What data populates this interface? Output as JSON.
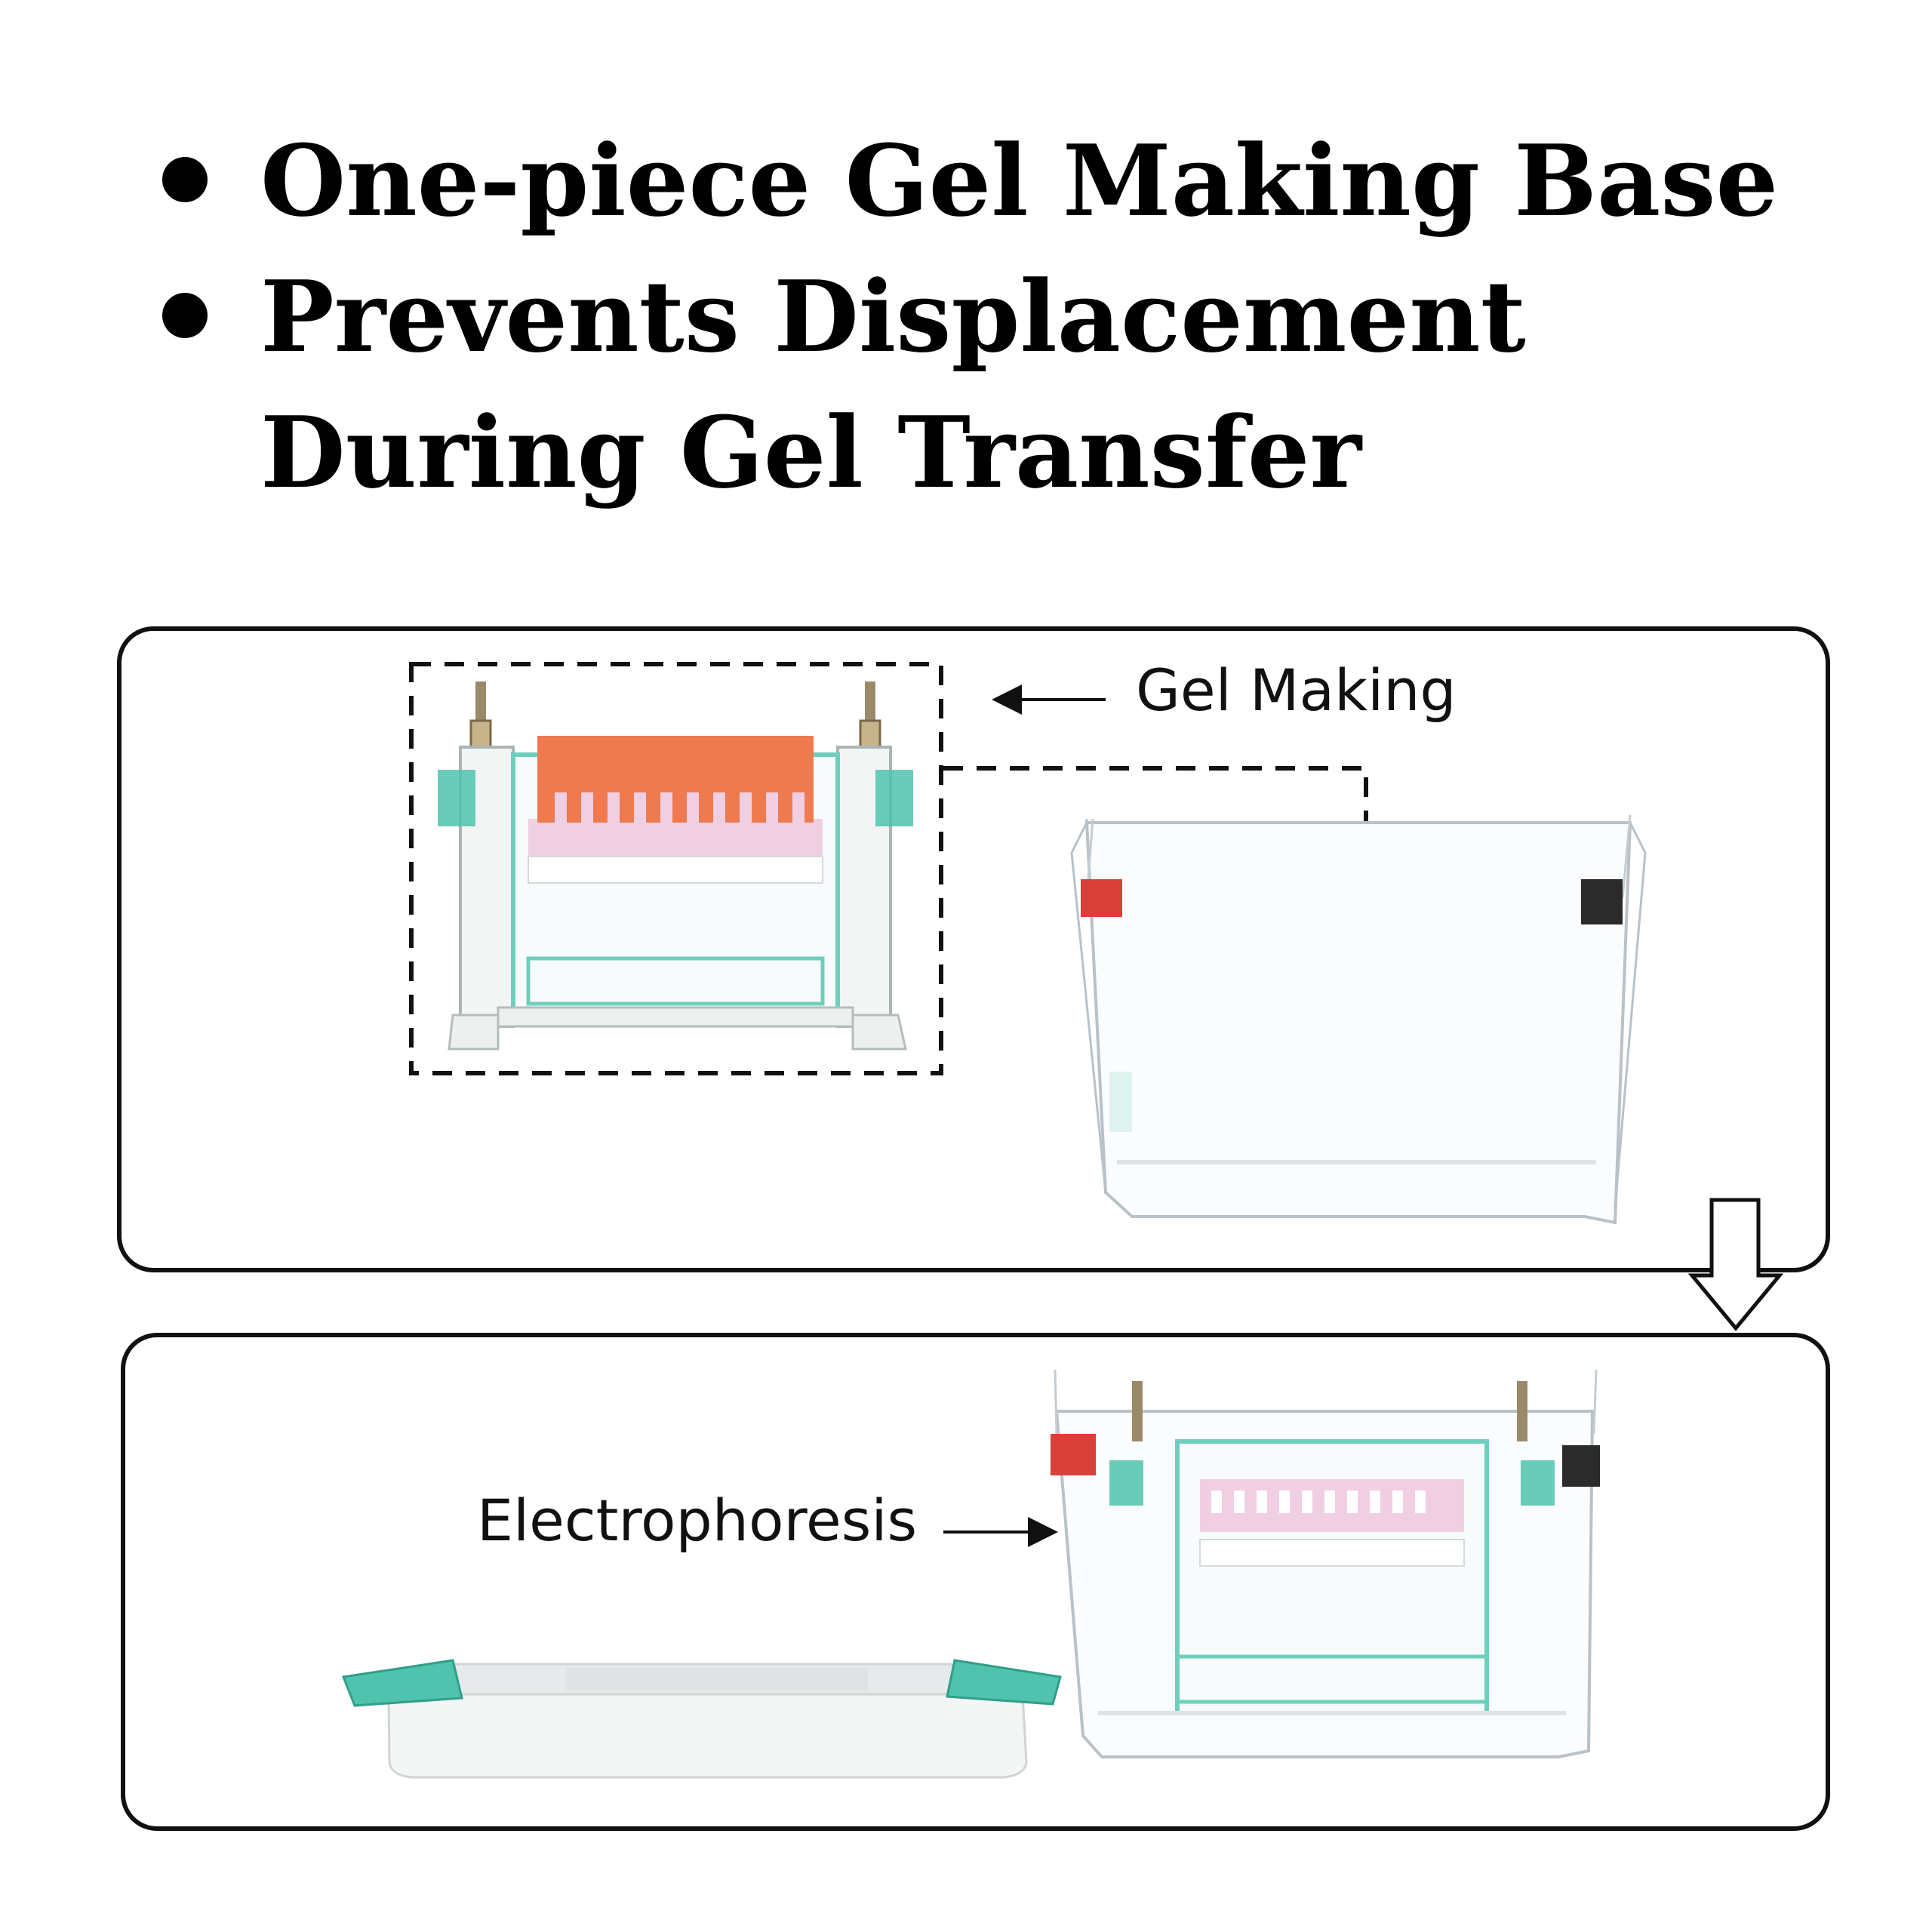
{
  "bullets": [
    "One-piece Gel Making Base",
    "Prevents Displacement During Gel Transfer"
  ],
  "labels": {
    "gel_making": "Gel Making",
    "electrophoresis": "Electrophoresis"
  },
  "colors": {
    "comb_orange": "#f07a4f",
    "gel_pink": "#f1cfe3",
    "clamp_teal": "#4fc3ad",
    "tank_edge": "#b8c2c8",
    "red_tab": "#d9403a",
    "black_tab": "#2b2b2b"
  }
}
